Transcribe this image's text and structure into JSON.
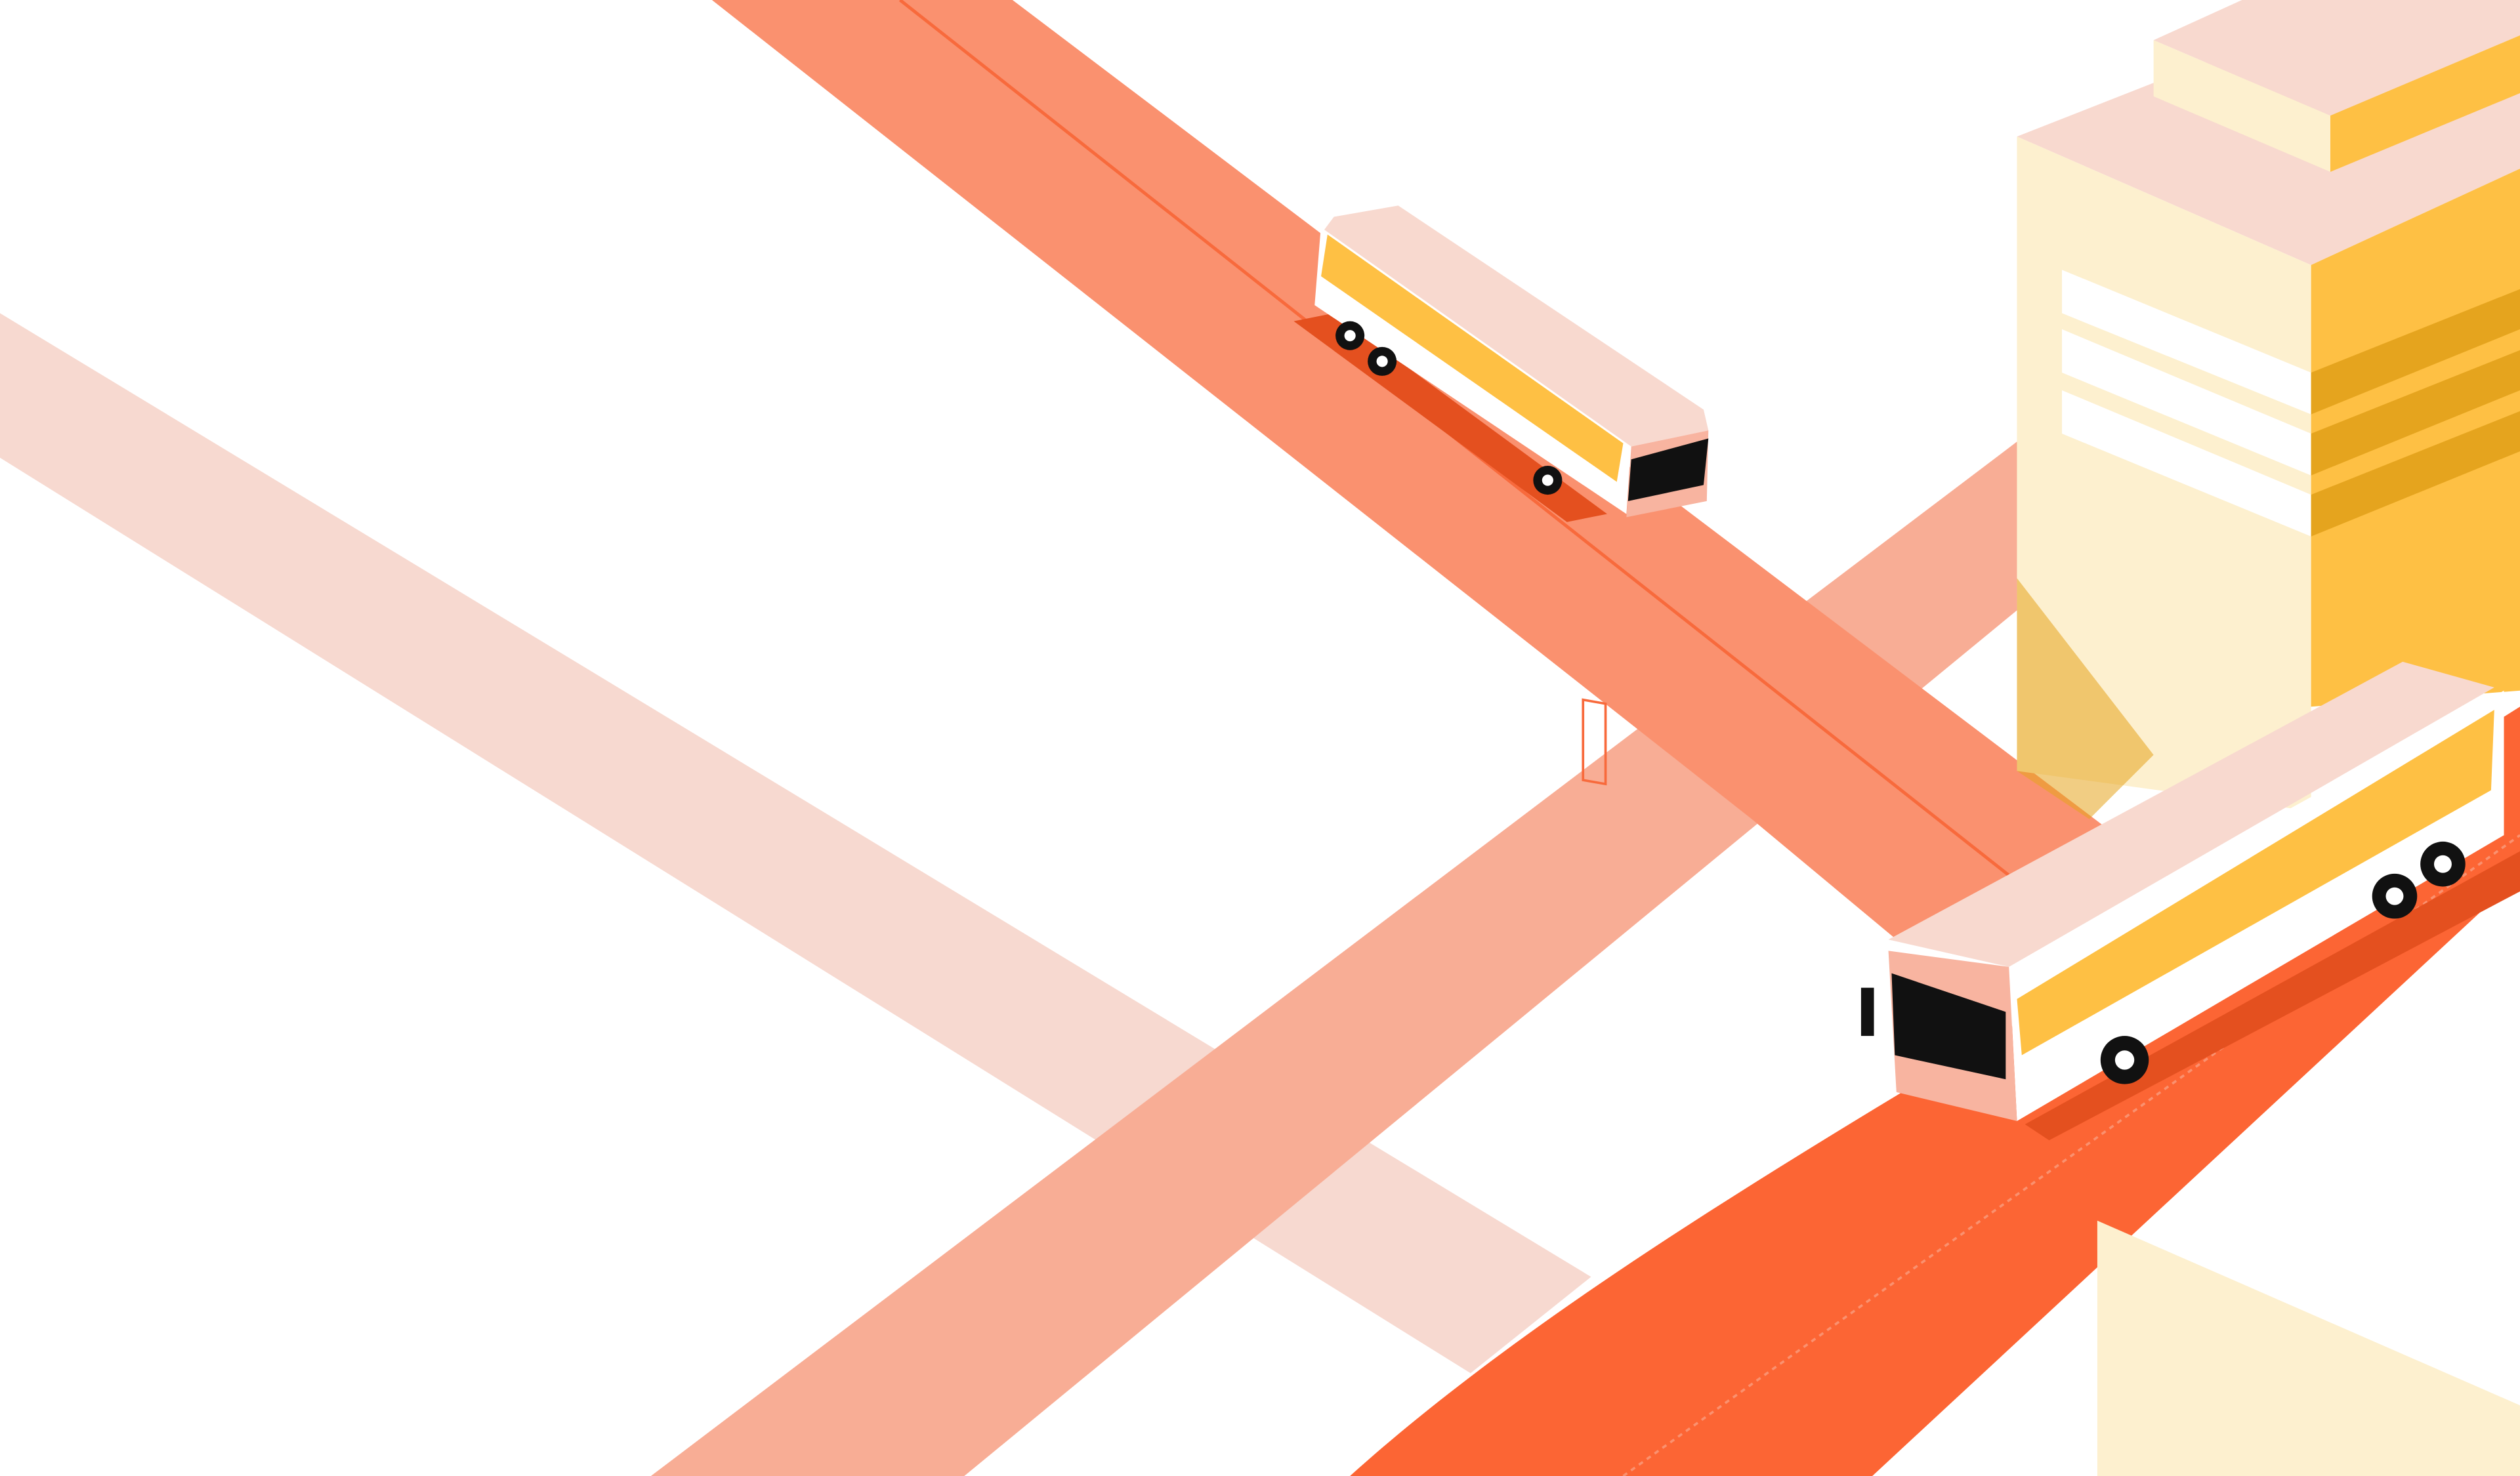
{
  "illustration": {
    "subject": "isometric-city-roads-with-buses",
    "colors": {
      "background": "#ffffff",
      "road_light": "#F7D9D0",
      "road_medium": "#F8AD95",
      "road_main": "#FA916F",
      "road_main_line": "#F86A3C",
      "road_bright": "#FC6534",
      "road_shadow": "#E4501F",
      "building_cream": "#FDF0CF",
      "building_yellow": "#FEC044",
      "building_stripe": "#E5A41E",
      "building_roof": "#F8D9CF",
      "bus_roof": "#F8D9CF",
      "bus_body": "#ffffff",
      "bus_window": "#FEC044",
      "bus_front": "#F8B4A0",
      "bus_windshield": "#111111",
      "bus_accent": "#F86A3C"
    },
    "buses": [
      {
        "id": "bus-upper"
      },
      {
        "id": "bus-lower"
      }
    ]
  }
}
